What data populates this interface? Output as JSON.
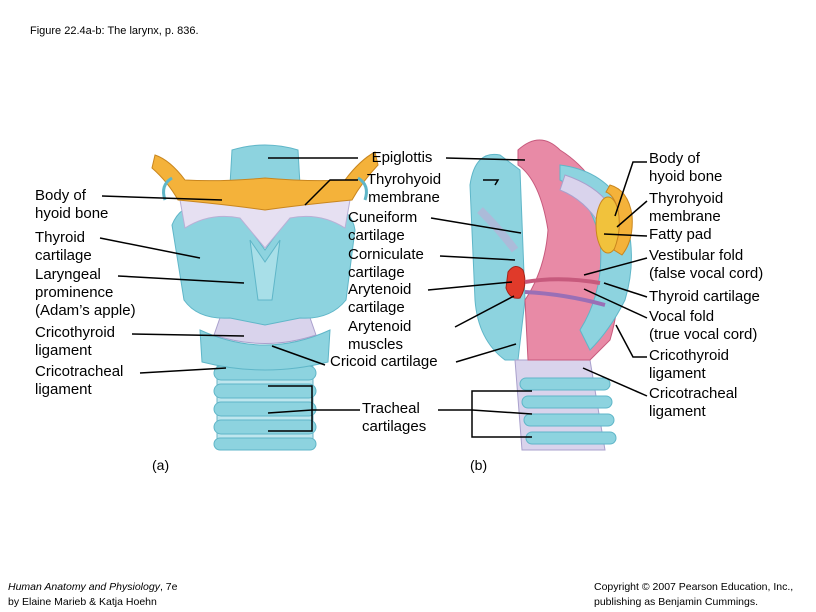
{
  "figure_title": "Figure 22.4a-b:  The larynx, p. 836.",
  "labels_left": {
    "body_hyoid": "Body of\nhyoid bone",
    "thyroid_cartilage": "Thyroid\ncartilage",
    "laryngeal_prominence": "Laryngeal\nprominence\n(Adam’s apple)",
    "cricothyroid_ligament": "Cricothyroid\nligament",
    "cricotracheal_ligament": "Cricotracheal\nligament"
  },
  "labels_center": {
    "epiglottis": "Epiglottis",
    "thyrohyoid_membrane": "Thyrohyoid\nmembrane",
    "cuneiform_cartilage": "Cuneiform\ncartilage",
    "corniculate_cartilage": "Corniculate\ncartilage",
    "arytenoid_cartilage": "Arytenoid\ncartilage",
    "arytenoid_muscles": "Arytenoid\nmuscles",
    "cricoid_cartilage": "Cricoid cartilage",
    "tracheal_cartilages": "Tracheal\ncartilages"
  },
  "labels_right": {
    "body_hyoid": "Body of\nhyoid bone",
    "thyrohyoid_membrane": "Thyrohyoid\nmembrane",
    "fatty_pad": "Fatty pad",
    "vestibular_fold": "Vestibular fold\n(false vocal cord)",
    "thyroid_cartilage": "Thyroid cartilage",
    "vocal_fold": "Vocal fold\n(true vocal cord)",
    "cricothyroid_ligament": "Cricothyroid\nligament",
    "cricotracheal_ligament": "Cricotracheal\nligament"
  },
  "panel_a": "(a)",
  "panel_b": "(b)",
  "credit_left": {
    "book_title": "Human Anatomy and Physiology",
    "edition": ", 7e",
    "authors": "by Elaine Marieb & Katja Hoehn"
  },
  "credit_right": "Copyright © 2007 Pearson Education, Inc.,\npublishing as Benjamin Cummings.",
  "colors": {
    "cartilage": "#8dd3df",
    "cartilage_dark": "#5fb6c8",
    "hyoid": "#f4b23a",
    "membrane": "#d9d3ec",
    "mucosa": "#e88aa6",
    "arytenoid": "#e03a2a",
    "fat": "#f1c23c"
  }
}
